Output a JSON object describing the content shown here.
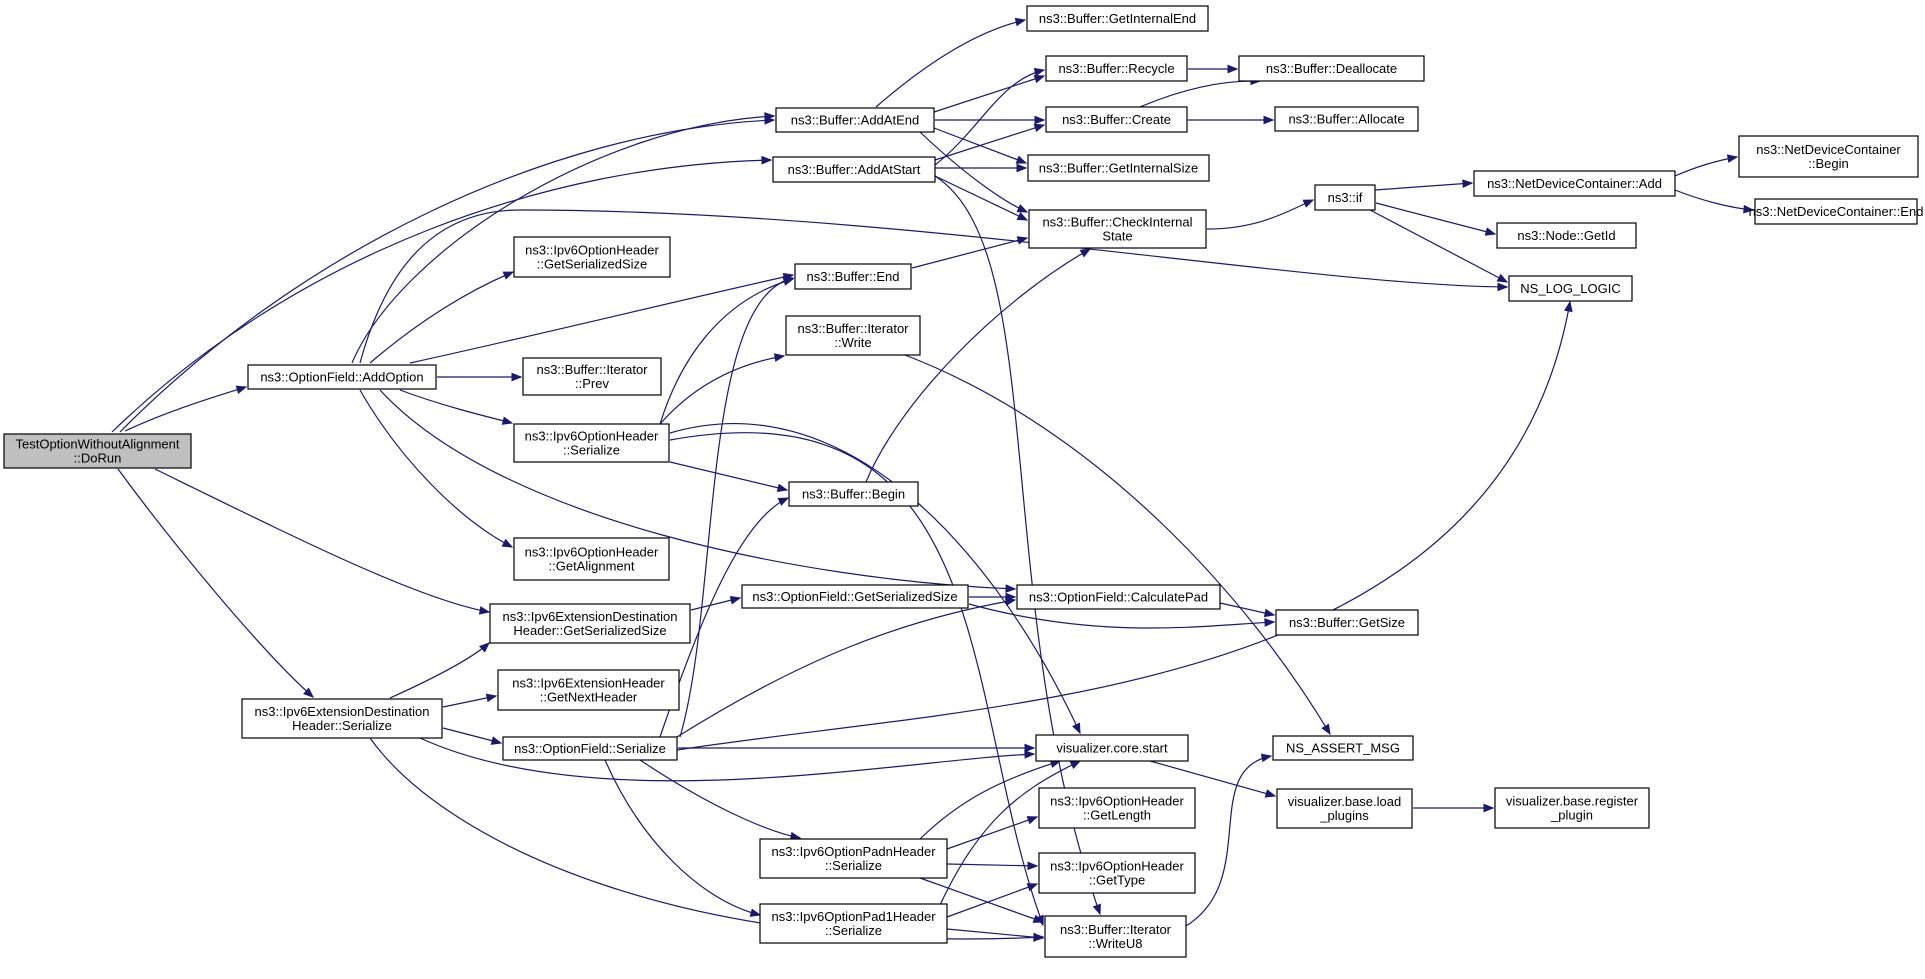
{
  "colors": {
    "edge": "#191970",
    "root_fill": "#bfbfbf",
    "node_fill": "#ffffff",
    "node_border": "#000000"
  },
  "nodes": [
    {
      "id": "root",
      "lines": [
        "TestOptionWithoutAlignment",
        "::DoRun"
      ],
      "root": true
    },
    {
      "id": "addOption",
      "lines": [
        "ns3::OptionField::AddOption"
      ]
    },
    {
      "id": "destGetSize",
      "lines": [
        "ns3::Ipv6ExtensionDestination",
        "Header::GetSerializedSize"
      ]
    },
    {
      "id": "destSerialize",
      "lines": [
        "ns3::Ipv6ExtensionDestination",
        "Header::Serialize"
      ]
    },
    {
      "id": "optGetSize",
      "lines": [
        "ns3::Ipv6OptionHeader",
        "::GetSerializedSize"
      ]
    },
    {
      "id": "iterPrev",
      "lines": [
        "ns3::Buffer::Iterator",
        "::Prev"
      ]
    },
    {
      "id": "optSerialize",
      "lines": [
        "ns3::Ipv6OptionHeader",
        "::Serialize"
      ]
    },
    {
      "id": "optGetAlign",
      "lines": [
        "ns3::Ipv6OptionHeader",
        "::GetAlignment"
      ]
    },
    {
      "id": "extGetNext",
      "lines": [
        "ns3::Ipv6ExtensionHeader",
        "::GetNextHeader"
      ]
    },
    {
      "id": "ofSerialize",
      "lines": [
        "ns3::OptionField::Serialize"
      ]
    },
    {
      "id": "addAtEnd",
      "lines": [
        "ns3::Buffer::AddAtEnd"
      ]
    },
    {
      "id": "addAtStart",
      "lines": [
        "ns3::Buffer::AddAtStart"
      ]
    },
    {
      "id": "bufEnd",
      "lines": [
        "ns3::Buffer::End"
      ]
    },
    {
      "id": "iterWrite",
      "lines": [
        "ns3::Buffer::Iterator",
        "::Write"
      ]
    },
    {
      "id": "bufBegin",
      "lines": [
        "ns3::Buffer::Begin"
      ]
    },
    {
      "id": "ofGetSize",
      "lines": [
        "ns3::OptionField::GetSerializedSize"
      ]
    },
    {
      "id": "padnSerialize",
      "lines": [
        "ns3::Ipv6OptionPadnHeader",
        "::Serialize"
      ]
    },
    {
      "id": "pad1Serialize",
      "lines": [
        "ns3::Ipv6OptionPad1Header",
        "::Serialize"
      ]
    },
    {
      "id": "getInternalEnd",
      "lines": [
        "ns3::Buffer::GetInternalEnd"
      ]
    },
    {
      "id": "recycle",
      "lines": [
        "ns3::Buffer::Recycle"
      ]
    },
    {
      "id": "create",
      "lines": [
        "ns3::Buffer::Create"
      ]
    },
    {
      "id": "getInternalSize",
      "lines": [
        "ns3::Buffer::GetInternalSize"
      ]
    },
    {
      "id": "checkInternal",
      "lines": [
        "ns3::Buffer::CheckInternal",
        "State"
      ]
    },
    {
      "id": "calcPad",
      "lines": [
        "ns3::OptionField::CalculatePad"
      ]
    },
    {
      "id": "vcStart",
      "lines": [
        "visualizer.core.start"
      ]
    },
    {
      "id": "optGetLength",
      "lines": [
        "ns3::Ipv6OptionHeader",
        "::GetLength"
      ]
    },
    {
      "id": "optGetType",
      "lines": [
        "ns3::Ipv6OptionHeader",
        "::GetType"
      ]
    },
    {
      "id": "writeU8",
      "lines": [
        "ns3::Buffer::Iterator",
        "::WriteU8"
      ]
    },
    {
      "id": "dealloc",
      "lines": [
        "ns3::Buffer::Deallocate"
      ]
    },
    {
      "id": "alloc",
      "lines": [
        "ns3::Buffer::Allocate"
      ]
    },
    {
      "id": "nsIf",
      "lines": [
        "ns3::if"
      ]
    },
    {
      "id": "bufGetSize",
      "lines": [
        "ns3::Buffer::GetSize"
      ]
    },
    {
      "id": "assertMsg",
      "lines": [
        "NS_ASSERT_MSG"
      ]
    },
    {
      "id": "loadPlugins",
      "lines": [
        "visualizer.base.load",
        "_plugins"
      ]
    },
    {
      "id": "ndcAdd",
      "lines": [
        "ns3::NetDeviceContainer::Add"
      ]
    },
    {
      "id": "nodeGetId",
      "lines": [
        "ns3::Node::GetId"
      ]
    },
    {
      "id": "logLogic",
      "lines": [
        "NS_LOG_LOGIC"
      ]
    },
    {
      "id": "registerPlugin",
      "lines": [
        "visualizer.base.register",
        "_plugin"
      ]
    },
    {
      "id": "ndcBegin",
      "lines": [
        "ns3::NetDeviceContainer",
        "::Begin"
      ]
    },
    {
      "id": "ndcEnd",
      "lines": [
        "ns3::NetDeviceContainer::End"
      ]
    }
  ]
}
